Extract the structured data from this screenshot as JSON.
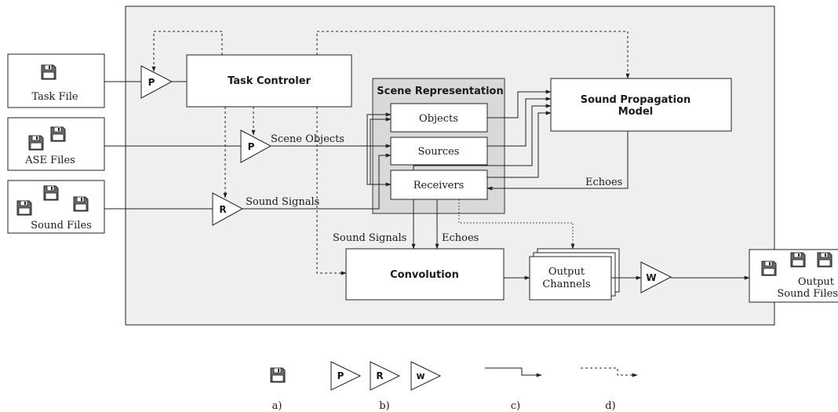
{
  "inputs": {
    "task_file": "Task File",
    "ase_files": "ASE Files",
    "sound_files": "Sound Files"
  },
  "blocks": {
    "task_controller": "Task Controler",
    "scene_representation": "Scene Representation",
    "objects": "Objects",
    "sources": "Sources",
    "receivers": "Receivers",
    "sound_propagation_line1": "Sound Propagation",
    "sound_propagation_line2": "Model",
    "convolution": "Convolution",
    "output_channels_line1": "Output",
    "output_channels_line2": "Channels"
  },
  "amplifiers": {
    "p1": "P",
    "p2": "P",
    "r": "R",
    "w": "W"
  },
  "edge_labels": {
    "scene_objects": "Scene Objects",
    "sound_signals_in": "Sound Signals",
    "echoes_back": "Echoes",
    "sound_signals_down": "Sound Signals",
    "echoes_down": "Echoes"
  },
  "outputs": {
    "output_line1": "Output",
    "output_line2": "Sound Files"
  },
  "legend": {
    "a": "a)",
    "b": "b)",
    "c": "c)",
    "d": "d)",
    "triangle_p": "P",
    "triangle_r": "R",
    "triangle_w": "w"
  },
  "colors": {
    "panel": "#efefef",
    "scene_panel": "#d9d9d9",
    "floppy": "#6b6b6b"
  },
  "icons": [
    "floppy-disk-icon",
    "amplifier-triangle-icon",
    "arrow-solid-icon",
    "arrow-dashed-icon"
  ]
}
